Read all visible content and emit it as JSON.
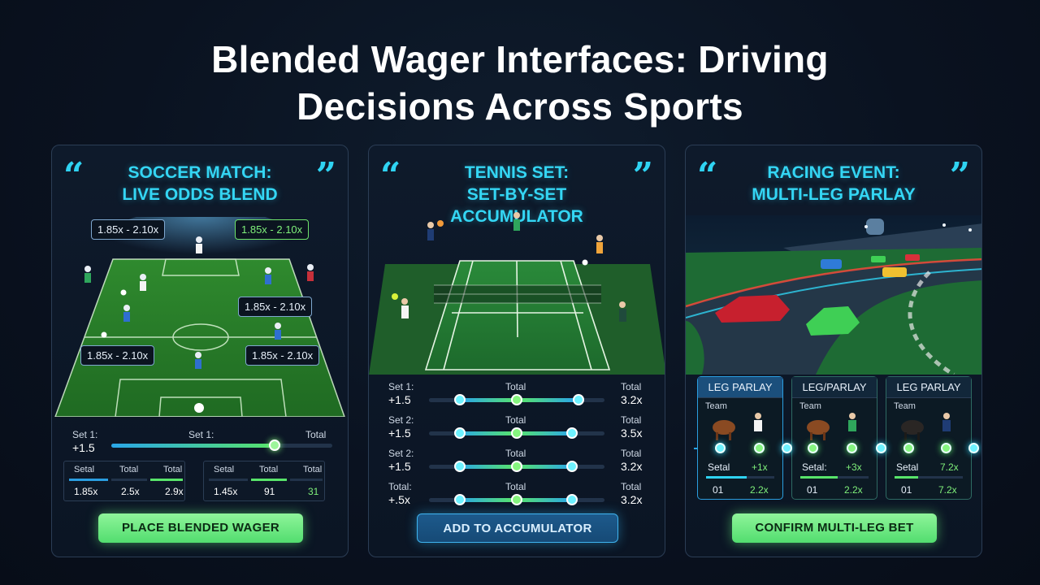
{
  "title": {
    "line1": "Blended Wager Interfaces: Driving",
    "line2": "Decisions Across Sports"
  },
  "colors": {
    "accent_cyan": "#34d6f4",
    "accent_green": "#58e46a",
    "panel_border": "#2b3d55",
    "background": "#0a1220"
  },
  "panels": {
    "soccer": {
      "heading_line1": "SOCCER MATCH:",
      "heading_line2": "LIVE ODDS BLEND",
      "odds_chips": [
        "1.85x - 2.10x",
        "1.85x - 2.10x",
        "1.85x - 2.10x",
        "1.85x - 2.10x",
        "1.85x - 2.10x"
      ],
      "slider": {
        "label_left": "Set 1:",
        "value_left": "+1.5",
        "label_mid": "Set 1:",
        "label_right": "Total",
        "level": 0.74
      },
      "table_left": {
        "headers": [
          "Setal",
          "Total",
          "Total"
        ],
        "values": [
          "1.85x",
          "2.5x",
          "2.9x"
        ]
      },
      "table_right": {
        "headers": [
          "Setal",
          "Total",
          "Total"
        ],
        "values": [
          "1.45x",
          "91",
          "31"
        ]
      },
      "button": "PLACE BLENDED WAGER"
    },
    "tennis": {
      "heading_line1": "TENNIS SET:",
      "heading_line2": "SET-BY-SET ACCUMULATOR",
      "rows": [
        {
          "label": "Set 1:",
          "value": "+1.5",
          "mid": "Total",
          "right_label": "Total",
          "right_value": "3.2x"
        },
        {
          "label": "Set 2:",
          "value": "+1.5",
          "mid": "Total",
          "right_label": "Total",
          "right_value": "3.5x"
        },
        {
          "label": "Set 2:",
          "value": "+1.5",
          "mid": "Total",
          "right_label": "Total",
          "right_value": "3.2x"
        },
        {
          "label": "Total:",
          "value": "+.5x",
          "mid": "Total",
          "right_label": "Total",
          "right_value": "3.2x"
        }
      ],
      "button": "ADD TO ACCUMULATOR"
    },
    "racing": {
      "heading_line1": "RACING EVENT:",
      "heading_line2": "MULTI-LEG PARLAY",
      "legs": [
        {
          "title": "LEG PARLAY",
          "team": "Team",
          "setal": "Setal",
          "odd1": "+1x",
          "row2": "01",
          "odd2": "2.2x"
        },
        {
          "title": "LEG/PARLAY",
          "team": "Team",
          "setal": "Setal:",
          "odd1": "+3x",
          "row2": "01",
          "odd2": "2.2x"
        },
        {
          "title": "LEG PARLAY",
          "team": "Team",
          "setal": "Setal",
          "odd1": "7.2x",
          "row2": "01",
          "odd2": "7.2x"
        }
      ],
      "button": "CONFIRM MULTI-LEG BET"
    }
  }
}
